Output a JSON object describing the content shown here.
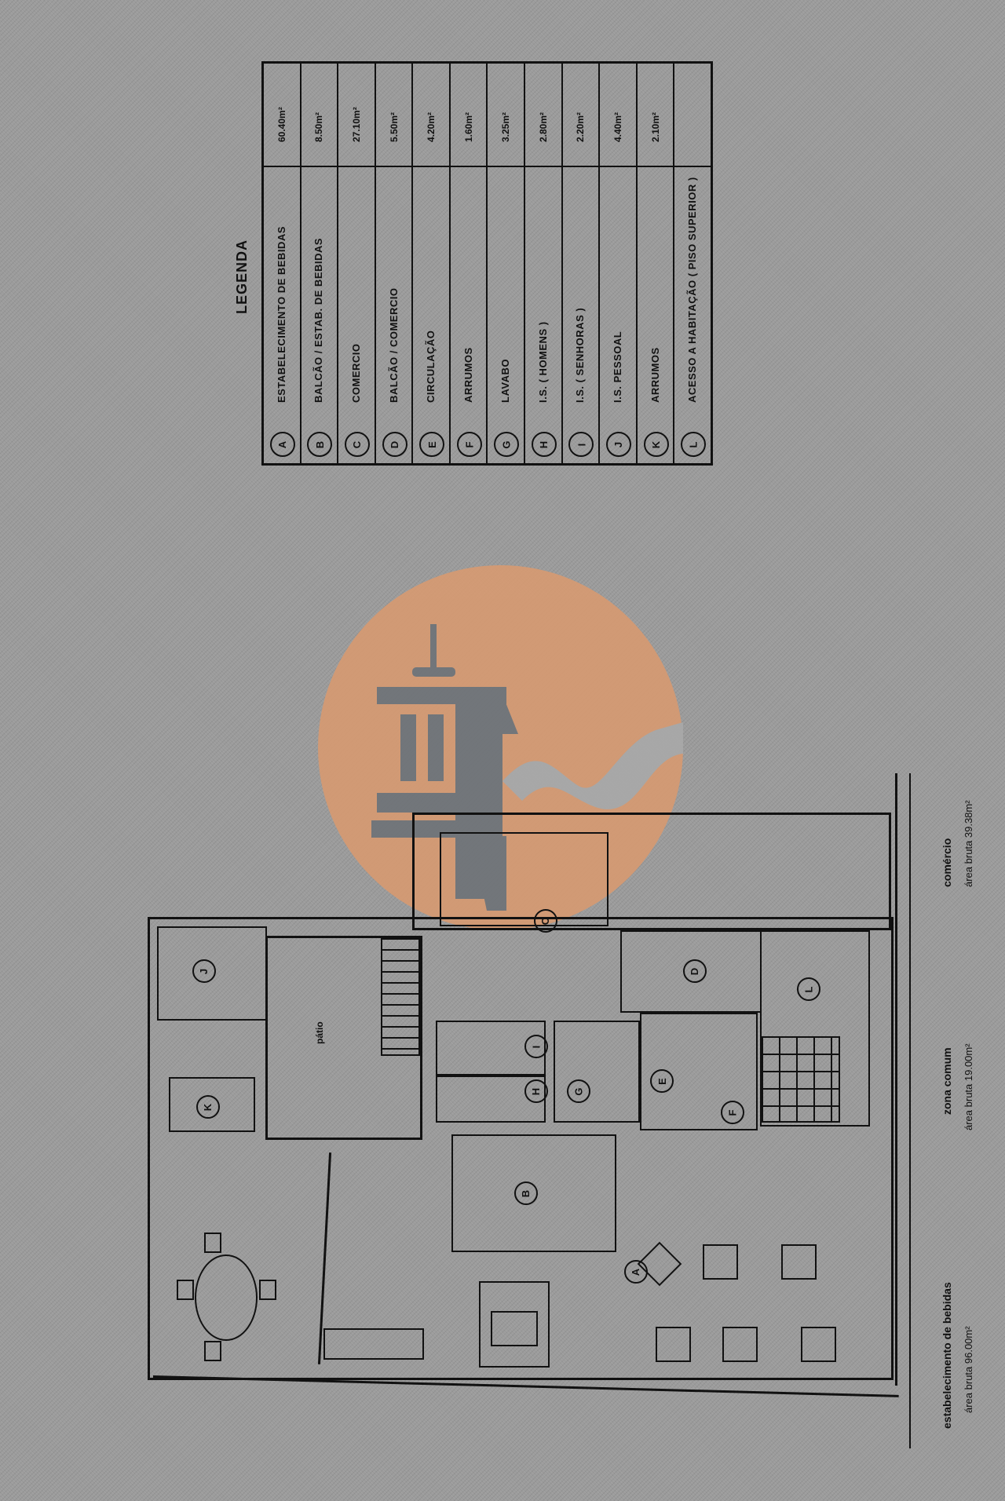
{
  "legend": {
    "title": "LEGENDA",
    "items": [
      {
        "code": "A",
        "label": "ESTABELECIMENTO DE BEBIDAS",
        "area": "60.40m²"
      },
      {
        "code": "B",
        "label": "BALCÃO / ESTAB. DE BEBIDAS",
        "area": "8.50m²"
      },
      {
        "code": "C",
        "label": "COMERCIO",
        "area": "27.10m²"
      },
      {
        "code": "D",
        "label": "BALCÃO / COMERCIO",
        "area": "5.50m²"
      },
      {
        "code": "E",
        "label": "CIRCULAÇÃO",
        "area": "4.20m²"
      },
      {
        "code": "F",
        "label": "ARRUMOS",
        "area": "1.60m²"
      },
      {
        "code": "G",
        "label": "LAVABO",
        "area": "3.25m²"
      },
      {
        "code": "H",
        "label": "I.S. ( HOMENS )",
        "area": "2.80m²"
      },
      {
        "code": "I",
        "label": "I.S. ( SENHORAS )",
        "area": "2.20m²"
      },
      {
        "code": "J",
        "label": "I.S. PESSOAL",
        "area": "4.40m²"
      },
      {
        "code": "K",
        "label": "ARRUMOS",
        "area": "2.10m²"
      },
      {
        "code": "L",
        "label": "ACESSO A HABITAÇÃO ( PISO SUPERIOR )",
        "area": ""
      }
    ]
  },
  "plan": {
    "patio_label": "pátio",
    "zones": [
      {
        "name": "comércio",
        "area": "área bruta 39.38m²"
      },
      {
        "name": "zona comum",
        "area": "área bruta 19.00m²"
      },
      {
        "name": "estabelecimento de bebidas",
        "area": "área bruta 96.00m²"
      }
    ],
    "room_codes": [
      "A",
      "B",
      "C",
      "D",
      "E",
      "F",
      "G",
      "H",
      "I",
      "J",
      "K",
      "L"
    ]
  },
  "colors": {
    "background": "#9b9b9b",
    "ink": "#111111",
    "watermark": "#d69a72",
    "watermark_figure": "#6f7378"
  }
}
